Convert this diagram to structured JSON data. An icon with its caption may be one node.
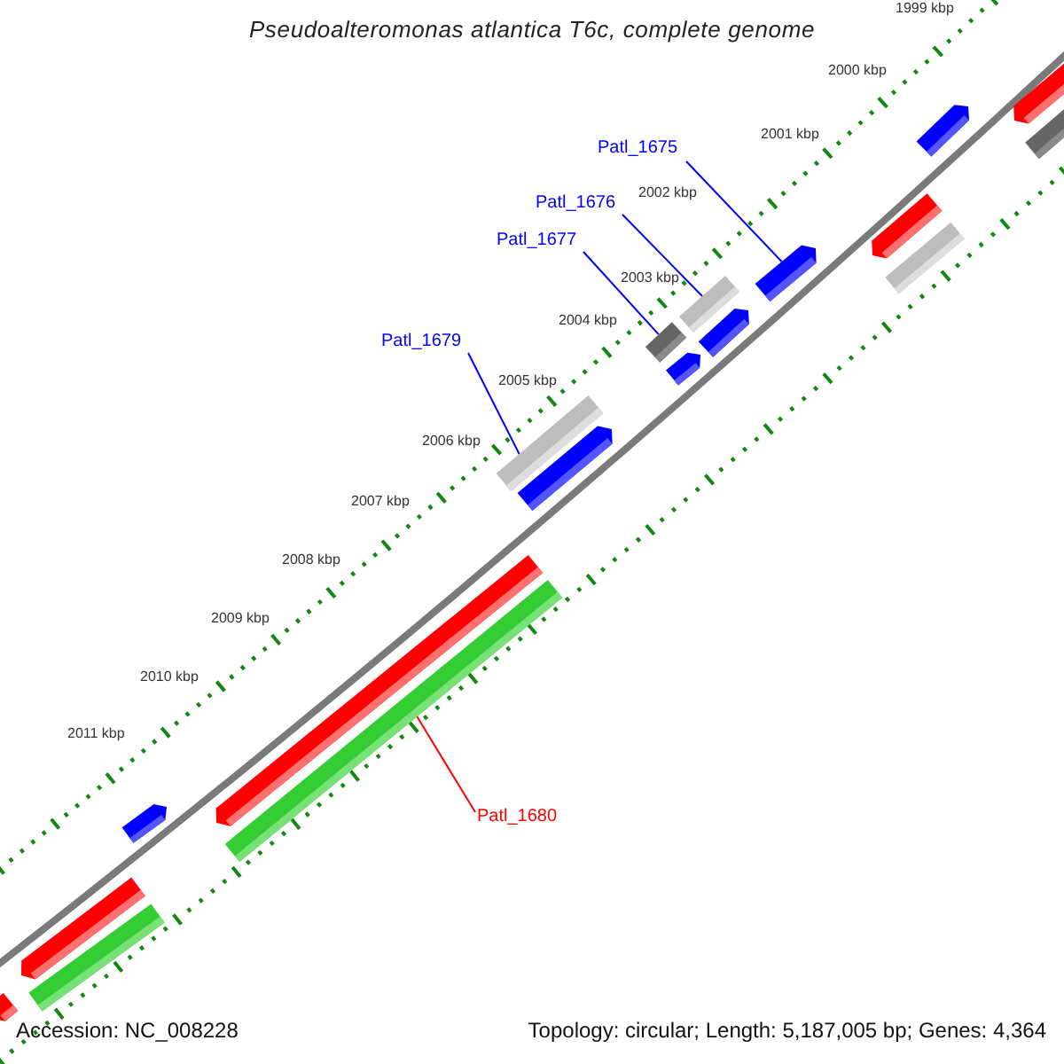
{
  "diagram": {
    "title": "Pseudoalteromonas atlantica T6c, complete genome",
    "nodes": [
      {
        "text": [
          "Patl_1675"
        ]
      },
      {
        "text": [
          "Patl_1676"
        ]
      },
      {
        "text": [
          "Patl_1677"
        ]
      },
      {
        "text": [
          "Patl_1679"
        ]
      },
      {
        "text": [
          "Patl_1680"
        ]
      },
      {
        "text": [],
        "shape": "arrow"
      },
      {
        "text": [],
        "shape": "bar"
      },
      {
        "text": [],
        "shape": "bar"
      },
      {
        "text": [],
        "shape": "bar"
      },
      {
        "text": [],
        "shape": "bar"
      }
    ],
    "edges": [
      {
        "from": 0,
        "to": 5,
        "arrow": "none"
      },
      {
        "from": 1,
        "to": 6,
        "arrow": "none"
      },
      {
        "from": 2,
        "to": 7,
        "arrow": "none"
      },
      {
        "from": 3,
        "to": 8,
        "arrow": "none"
      },
      {
        "from": 4,
        "to": 9,
        "arrow": "none",
        "color": "#ff0000"
      }
    ],
    "labels": [
      "1999 kbp",
      "2000 kbp",
      "2001 kbp",
      "2002 kbp",
      "2003 kbp",
      "2004 kbp",
      "2005 kbp",
      "2006 kbp",
      "2007 kbp",
      "2008 kbp",
      "2009 kbp",
      "2010 kbp",
      "2011 kbp",
      "Accession: NC_008228",
      "Topology: circular; Length: 5,187,005 bp; Genes: 4,364"
    ]
  }
}
